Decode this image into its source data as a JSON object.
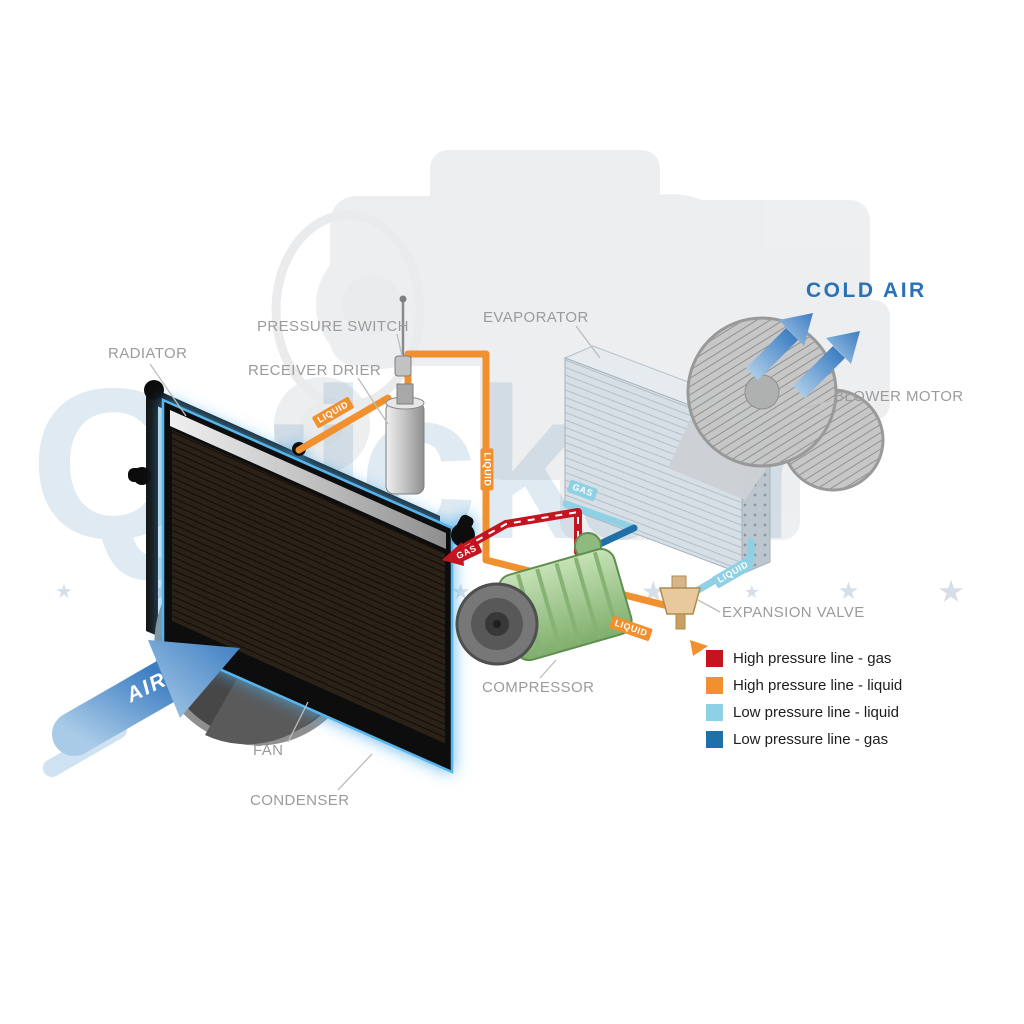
{
  "watermark": {
    "text": "Quickair",
    "stars": [
      "★",
      "★",
      "★",
      "★",
      "★",
      "★",
      "★",
      "★",
      "★",
      "★"
    ]
  },
  "component_labels": {
    "radiator": "RADIATOR",
    "pressure_switch": "PRESSURE SWITCH",
    "receiver_drier": "RECEIVER DRIER",
    "evaporator": "EVAPORATOR",
    "blower_motor": "BLOWER MOTOR",
    "cold_air": "COLD AIR",
    "expansion_valve": "EXPANSION VALVE",
    "compressor": "COMPRESSOR",
    "fan": "FAN",
    "condenser": "CONDENSER",
    "air": "AIR"
  },
  "pipe_labels": {
    "condenser_to_drier": "LIQUID",
    "drier_down": "LIQUID",
    "evaporator_out": "GAS",
    "compressor_to_condenser": "GAS",
    "valve_to_evaporator": "LIQUID",
    "drier_to_valve": "LIQUID"
  },
  "legend": {
    "items": [
      {
        "label": "High pressure line - gas",
        "color": "#c41420"
      },
      {
        "label": "High pressure line - liquid",
        "color": "#f0902e"
      },
      {
        "label": "Low pressure line - liquid",
        "color": "#8ed0e4"
      },
      {
        "label": "Low pressure line -  gas",
        "color": "#1f6fa8"
      }
    ]
  },
  "colors": {
    "high_pressure_gas": "#c41420",
    "high_pressure_liquid": "#f0902e",
    "low_pressure_liquid": "#8ed0e4",
    "low_pressure_gas": "#1f6fa8",
    "cold_air_text": "#2a72b5",
    "label_text": "#9b9b9b",
    "condenser_glow": "#46aae8"
  }
}
